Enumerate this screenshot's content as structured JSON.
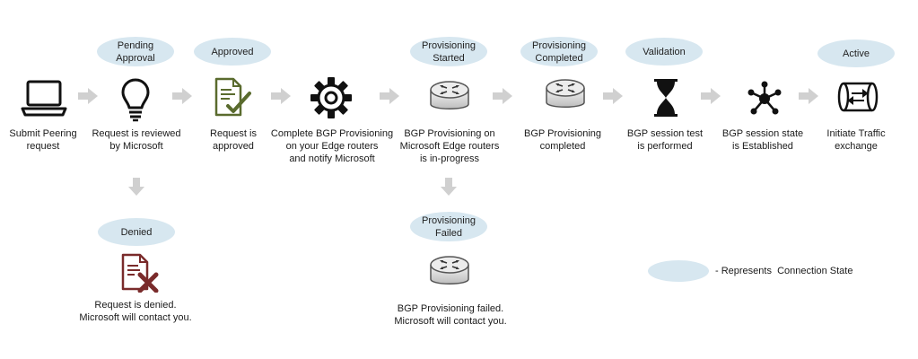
{
  "states": {
    "pending_approval": "Pending\nApproval",
    "approved": "Approved",
    "provisioning_started": "Provisioning\nStarted",
    "provisioning_completed": "Provisioning\nCompleted",
    "validation": "Validation",
    "active": "Active",
    "denied": "Denied",
    "provisioning_failed": "Provisioning\nFailed"
  },
  "steps": {
    "submit": "Submit Peering\nrequest",
    "reviewed": "Request is reviewed\nby Microsoft",
    "approved": "Request is\napproved",
    "complete_bgp": "Complete BGP Provisioning\non your Edge routers\nand notify Microsoft",
    "bgp_progress": "BGP Provisioning on\nMicrosoft Edge routers\nis in-progress",
    "bgp_completed": "BGP Provisioning\ncompleted",
    "session_test": "BGP session test\nis performed",
    "session_established": "BGP session state\nis Established",
    "initiate_traffic": "Initiate Traffic\nexchange",
    "denied": "Request is denied.\nMicrosoft will contact you.",
    "bgp_failed": "BGP Provisioning failed.\nMicrosoft will contact you."
  },
  "legend": {
    "text": "- Represents  Connection State"
  },
  "colors": {
    "state_fill": "#d7e7f0",
    "arrow": "#d0d0d0",
    "doc_green": "#5a6b2e",
    "doc_red": "#7a2b2b"
  }
}
